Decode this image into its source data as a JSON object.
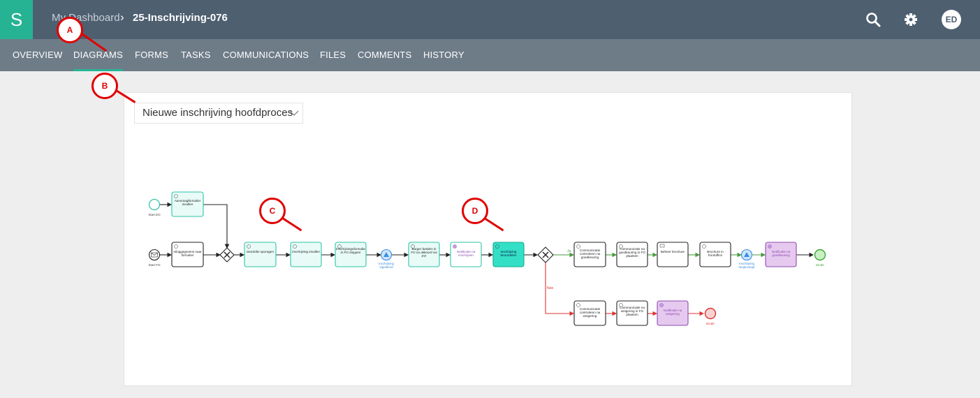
{
  "app": {
    "logo_letter": "S"
  },
  "breadcrumb": {
    "parent": "My Dashboard",
    "separator": "›",
    "current": "25-Inschrijving-076"
  },
  "header": {
    "search_icon": "search-icon",
    "settings_icon": "gear-icon",
    "user_initials": "ED"
  },
  "tabs": [
    {
      "label": "OVERVIEW",
      "active": false
    },
    {
      "label": "DIAGRAMS",
      "active": true
    },
    {
      "label": "FORMS",
      "active": false
    },
    {
      "label": "TASKS",
      "active": false
    },
    {
      "label": "COMMUNICATIONS",
      "active": false
    },
    {
      "label": "FILES",
      "active": false
    },
    {
      "label": "COMMENTS",
      "active": false
    },
    {
      "label": "HISTORY",
      "active": false
    }
  ],
  "diagram_selector": {
    "value": "Nieuwe inschrijving hoofdproces"
  },
  "markers": [
    "A",
    "B",
    "C",
    "D"
  ],
  "colors": {
    "teal": "#26b394",
    "topbar": "#4e5f70",
    "subnav": "#6e7c88",
    "marker_red": "#e00000"
  },
  "diagram": {
    "events": {
      "start_eo": "Start EO",
      "start_fo": "Start FO",
      "inschrijving_ingediend": "Inschrijving ingediend",
      "inschrijving_toegevoegd": "Inschrijving toegevoegd",
      "einde": "Einde",
      "einde2": "Einde"
    },
    "tasks": {
      "aanvraag": "Aanvraagformulier invullen",
      "inloggegevens": "Inloggegevens naar formulier",
      "domicilie": "Domicilie opvragen",
      "inschrijving_invullen": "Inschrijving invullen",
      "inschrijvingsformulier": "Inschrijvingsformulier in FO stoppen",
      "burger_betalen": "Burger betalen in FO na akkoord via EO",
      "notificatie_inschrijven": "Notificatie na inschrijven",
      "inschrijving_beoordelen": "Inschrijving beoordelen",
      "comm_contr_goed": "Communicatie controleren na goedkeuring",
      "comm_goed_fo": "Communicatie na goedkeuring in FO plaatsen",
      "beheer_brochure": "Beheer brochure",
      "brochure_frontoffice": "Brochure in frontoffice",
      "notificatie_goedkeuring": "Notificatie na goedkeuring",
      "comm_contr_weig": "Communicatie controleren na weigering",
      "comm_weig_fo": "Communicatie na weigering in FO plaatsen",
      "notificatie_weigering": "Notificatie na weigering"
    },
    "flows": {
      "ja": "Ja",
      "nee": "Nee"
    }
  }
}
